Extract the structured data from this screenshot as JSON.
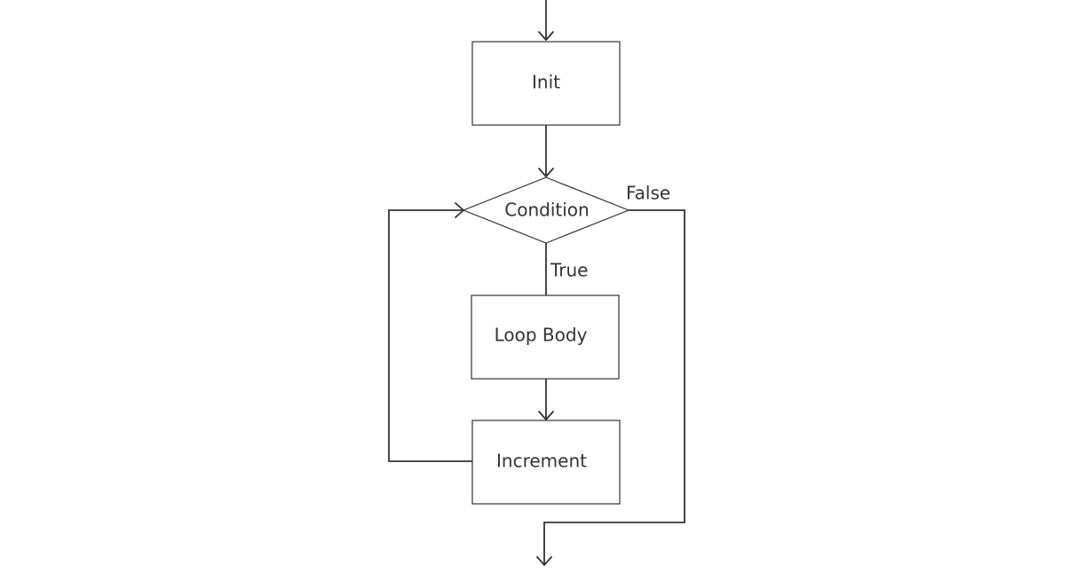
{
  "diagram": {
    "nodes": {
      "init": {
        "label": "Init",
        "shape": "rectangle"
      },
      "condition": {
        "label": "Condition",
        "shape": "diamond"
      },
      "loop_body": {
        "label": "Loop Body",
        "shape": "rectangle"
      },
      "increment": {
        "label": "Increment",
        "shape": "rectangle"
      }
    },
    "edges": [
      {
        "from": "entry",
        "to": "init",
        "label": ""
      },
      {
        "from": "init",
        "to": "condition",
        "label": ""
      },
      {
        "from": "condition",
        "to": "loop_body",
        "label": "True"
      },
      {
        "from": "loop_body",
        "to": "increment",
        "label": ""
      },
      {
        "from": "increment",
        "to": "condition",
        "label": ""
      },
      {
        "from": "condition",
        "to": "exit",
        "label": "False"
      }
    ],
    "edge_labels": {
      "true_label": "True",
      "false_label": "False"
    },
    "colors": {
      "stroke": "#333333",
      "text": "#333333",
      "background": "#ffffff"
    }
  }
}
